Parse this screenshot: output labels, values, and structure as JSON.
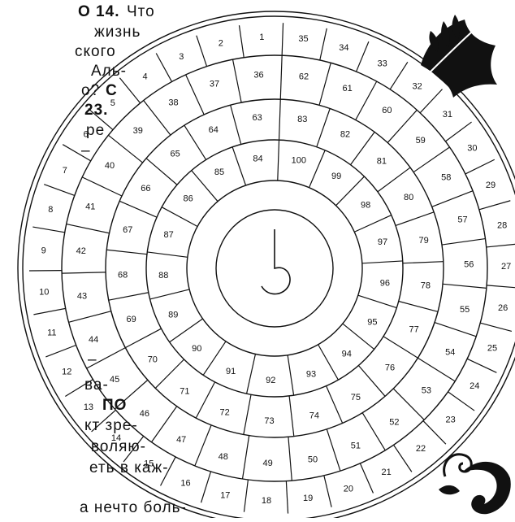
{
  "puzzle": {
    "cell_numbers": [
      "1",
      "2",
      "3",
      "4",
      "5",
      "6",
      "7",
      "8",
      "9",
      "10",
      "11",
      "12",
      "13",
      "14",
      "15",
      "16",
      "17",
      "18",
      "19",
      "20",
      "21",
      "22",
      "23",
      "24",
      "25",
      "26",
      "27",
      "28",
      "29",
      "30",
      "31",
      "32",
      "33",
      "34",
      "35",
      "36",
      "37",
      "38",
      "39",
      "40",
      "41",
      "42",
      "43",
      "44",
      "45",
      "46",
      "47",
      "48",
      "49",
      "50",
      "51",
      "52",
      "53",
      "54",
      "55",
      "56",
      "57",
      "58",
      "59",
      "60",
      "61",
      "62",
      "63",
      "64",
      "65",
      "66",
      "67",
      "68",
      "69",
      "70",
      "71",
      "72",
      "73",
      "74",
      "75",
      "76",
      "77",
      "78",
      "79",
      "80",
      "81",
      "82",
      "83",
      "84",
      "85",
      "86",
      "87",
      "88",
      "89",
      "90",
      "91",
      "92",
      "93",
      "94",
      "95",
      "96",
      "97",
      "98",
      "99",
      "100"
    ]
  },
  "side_text": {
    "line1_bold": "О 14.",
    "line1": "Что",
    "line2": "жизнь",
    "line3": "ского",
    "line4": "Аль-",
    "line5": "о?",
    "line5_bold": "С",
    "line6_bold": "23.",
    "line7": "ре",
    "line8": "–",
    "line9": "–",
    "line10": "ва-",
    "line11_bold": "ПО",
    "line12": "кт зре-",
    "line13": "воляю-",
    "line14": "еть в каж-",
    "line15": "а нечто боль-"
  },
  "icons": [
    "leaf-ornament-icon",
    "swirl-ornament-icon"
  ]
}
